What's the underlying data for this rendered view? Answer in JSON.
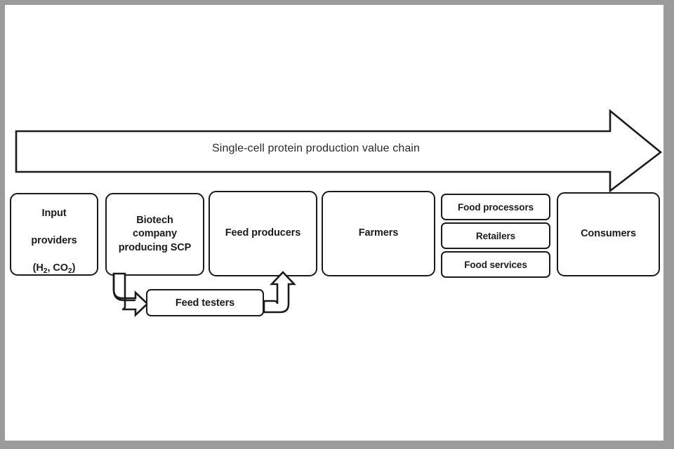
{
  "figure": {
    "frame_color": "#9b9b9b",
    "background_color": "#ffffff",
    "stroke_color": "#1b1b1b",
    "banner": {
      "label": "Single-cell protein production value chain",
      "direction": "left-to-right"
    },
    "chain_nodes": [
      {
        "id": "input-providers",
        "line1": "Input",
        "line2": "providers",
        "line3_prefix": "(H",
        "line3_sub1": "2",
        "line3_mid": ", CO",
        "line3_sub2": "2",
        "line3_suffix": ")"
      },
      {
        "id": "biotech-company",
        "label": "Biotech\ncompany\nproducing SCP"
      },
      {
        "id": "feed-producers",
        "label": "Feed producers"
      },
      {
        "id": "farmers",
        "label": "Farmers"
      },
      {
        "id": "consumers",
        "label": "Consumers"
      }
    ],
    "stacked_nodes": [
      {
        "id": "food-processors",
        "label": "Food processors"
      },
      {
        "id": "retailers",
        "label": "Retailers"
      },
      {
        "id": "food-services",
        "label": "Food services"
      }
    ],
    "aux_nodes": [
      {
        "id": "feed-testers",
        "label": "Feed testers"
      }
    ],
    "connectors": [
      {
        "id": "biotech-to-feed-testers",
        "from": "biotech-company",
        "to": "feed-testers",
        "style": "curved-block-arrow"
      },
      {
        "id": "feed-testers-to-feed-producers",
        "from": "feed-testers",
        "to": "feed-producers",
        "style": "curved-block-arrow"
      }
    ]
  }
}
